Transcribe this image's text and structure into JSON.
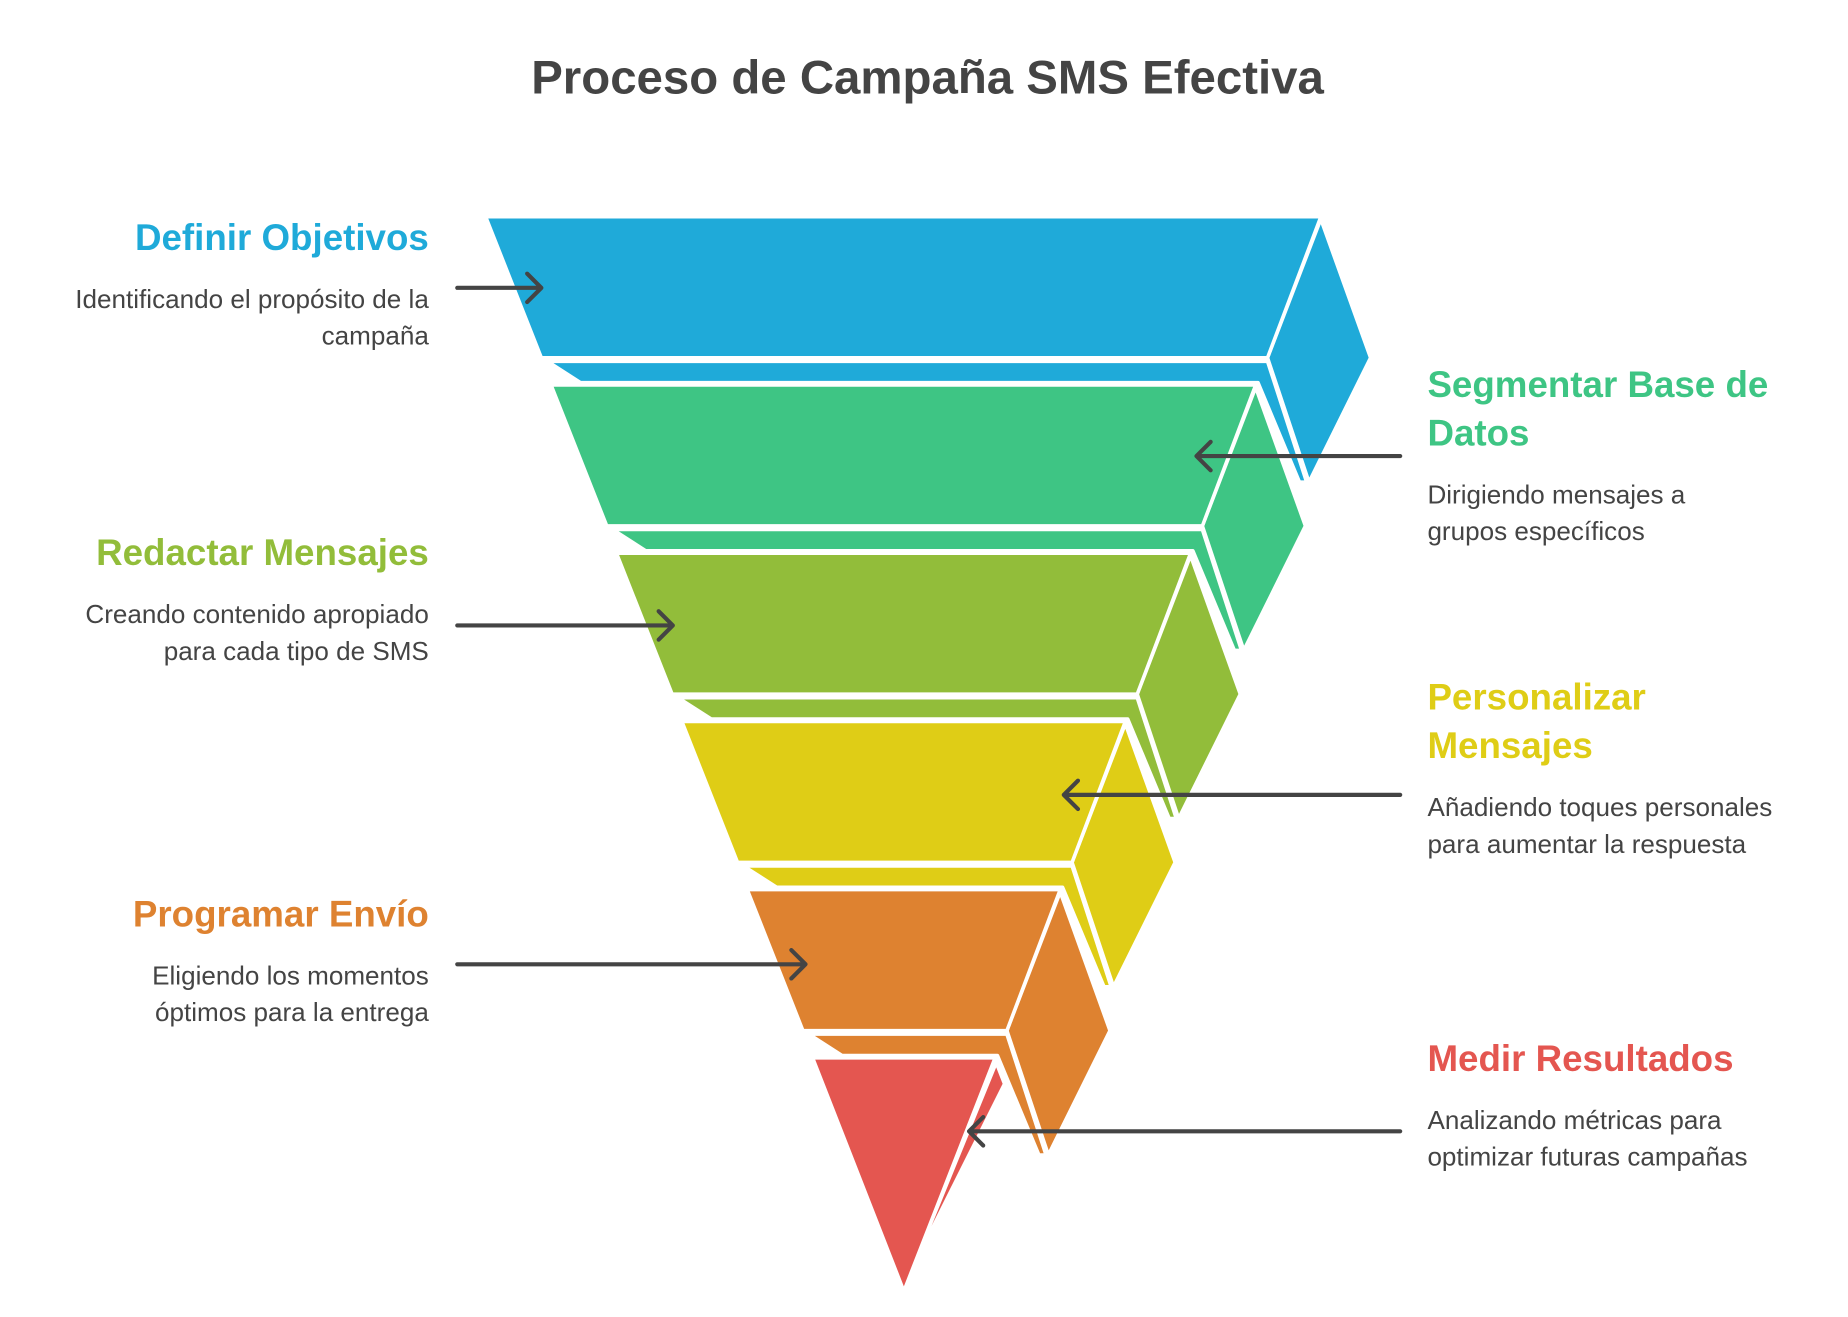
{
  "title": "Proceso de Campaña SMS Efectiva",
  "stages": [
    {
      "heading": "Definir Objetivos",
      "description": "Identificando el propósito de la campaña",
      "color": "#1FAAD9",
      "side": "left"
    },
    {
      "heading": "Segmentar Base de Datos",
      "description": "Dirigiendo mensajes a grupos específicos",
      "color": "#3EC584",
      "side": "right"
    },
    {
      "heading": "Redactar Mensajes",
      "description": "Creando contenido apropiado para cada tipo de SMS",
      "color": "#92BD3A",
      "side": "left"
    },
    {
      "heading": "Personalizar Mensajes",
      "description": "Añadiendo toques personales para aumentar la respuesta",
      "color": "#DFCD16",
      "side": "right"
    },
    {
      "heading": "Programar Envío",
      "description": "Eligiendo los momentos óptimos para la entrega",
      "color": "#DE8230",
      "side": "left"
    },
    {
      "heading": "Medir Resultados",
      "description": "Analizando métricas para optimizar futuras campañas",
      "color": "#E45650",
      "side": "right"
    }
  ]
}
